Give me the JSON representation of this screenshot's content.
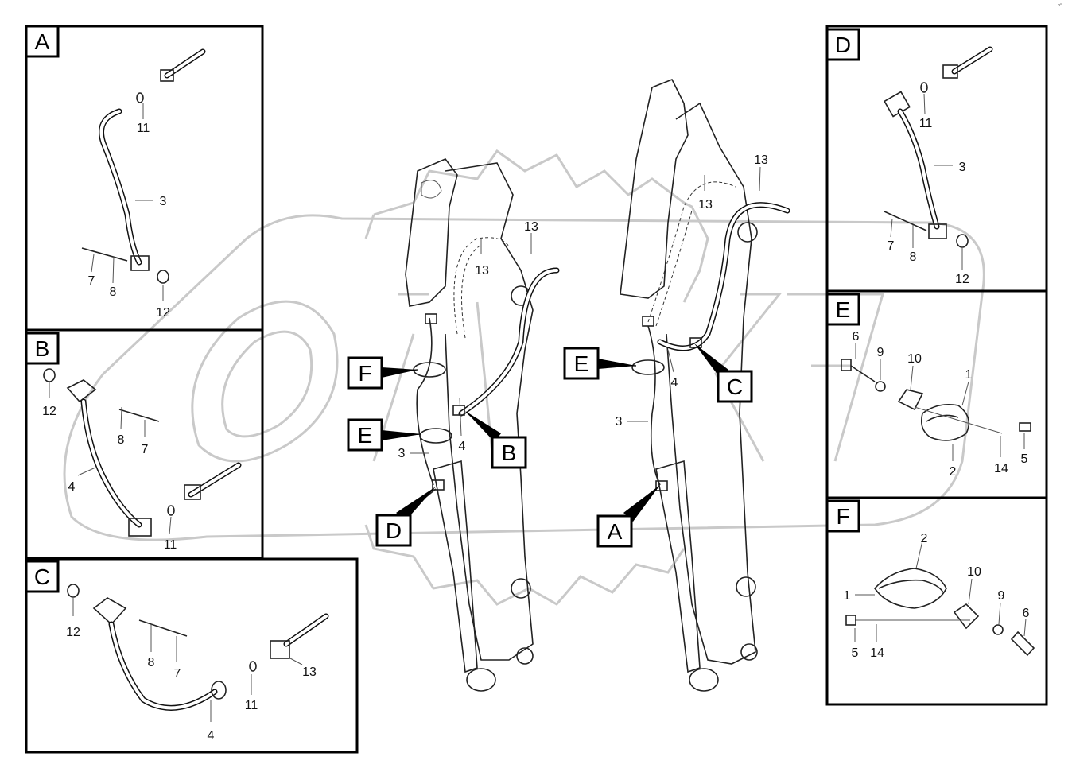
{
  "corner_text": "n° ....",
  "panels": {
    "A": {
      "letter": "A",
      "labels": {
        "l11": "11",
        "l3": "3",
        "l7": "7",
        "l8": "8",
        "l12": "12"
      }
    },
    "B": {
      "letter": "B",
      "labels": {
        "l12": "12",
        "l8": "8",
        "l7": "7",
        "l4": "4",
        "l11": "11"
      }
    },
    "C": {
      "letter": "C",
      "labels": {
        "l12": "12",
        "l8": "8",
        "l7": "7",
        "l4": "4",
        "l11": "11",
        "l13": "13"
      }
    },
    "D": {
      "letter": "D",
      "labels": {
        "l11": "11",
        "l3": "3",
        "l7": "7",
        "l8": "8",
        "l12": "12"
      }
    },
    "E": {
      "letter": "E",
      "labels": {
        "l6": "6",
        "l9": "9",
        "l10": "10",
        "l1": "1",
        "l2": "2",
        "l14": "14",
        "l5": "5"
      }
    },
    "F": {
      "letter": "F",
      "labels": {
        "l2": "2",
        "l1": "1",
        "l10": "10",
        "l9": "9",
        "l6": "6",
        "l5": "5",
        "l14": "14"
      }
    }
  },
  "center": {
    "left_boom": {
      "tag_F": "F",
      "tag_E": "E",
      "tag_B": "B",
      "tag_D": "D",
      "l13a": "13",
      "l13b": "13",
      "l4": "4",
      "l3": "3"
    },
    "right_boom": {
      "tag_E": "E",
      "tag_C": "C",
      "tag_A": "A",
      "l13a": "13",
      "l13b": "13",
      "l4": "4",
      "l3": "3"
    }
  },
  "colors": {
    "line": "#222222",
    "watermark": "#c8c8c8",
    "frame": "#000000"
  }
}
